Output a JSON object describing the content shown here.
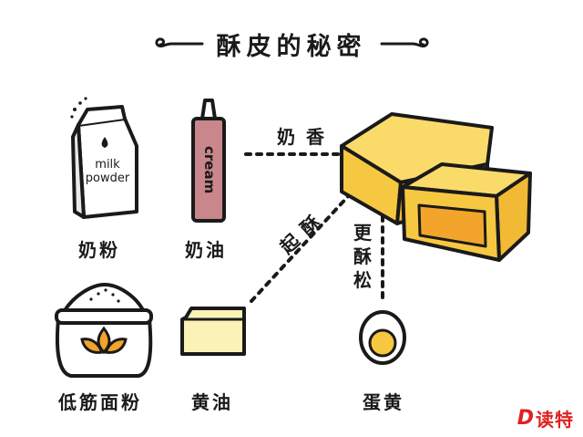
{
  "title": "酥皮的秘密",
  "ingredients": {
    "milk_powder": {
      "label": "奶粉",
      "bag_text_1": "milk",
      "bag_text_2": "powder"
    },
    "cream": {
      "label": "奶油",
      "tube_text": "cream"
    },
    "flour": {
      "label": "低筋面粉"
    },
    "butter": {
      "label": "黄油"
    },
    "egg_yolk": {
      "label": "蛋黄"
    }
  },
  "connections": {
    "milk_aroma": "奶香",
    "flaky": "起酥",
    "more_crumbly": [
      "更",
      "酥",
      "松"
    ]
  },
  "brand": {
    "mark": "D",
    "text": "读特"
  },
  "colors": {
    "outline": "#1a1a1a",
    "pastry_yellow": "#f6c741",
    "pastry_top": "#fadb6a",
    "pastry_filling": "#f2a52a",
    "cream_tube": "#c9868b",
    "butter": "#fbf2b5",
    "brand_red": "#e02020"
  }
}
